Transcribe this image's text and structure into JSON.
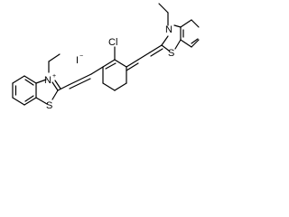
{
  "molecule": {
    "atoms": {
      "n_left": "N",
      "n_left_charge": "+",
      "s_left": "S",
      "cl": "Cl",
      "s_right": "S",
      "n_right": "N",
      "counter_ion": "I",
      "counter_ion_charge": "−"
    }
  }
}
